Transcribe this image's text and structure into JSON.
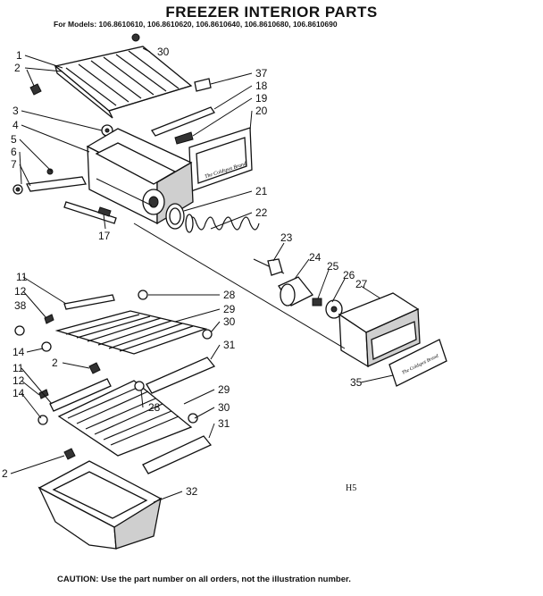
{
  "header": {
    "title": "FREEZER INTERIOR PARTS",
    "models": "For Models: 106.8610610, 106.8610620, 106.8610640, 106.8610680, 106.8610690"
  },
  "footer": {
    "caution": "CAUTION: Use the part number on all orders, not the illustration number.",
    "code": "H5"
  },
  "labels": {
    "panel_trim": "The Coldspot Brand"
  },
  "callouts": {
    "c1": "1",
    "c2a": "2",
    "c30a": "30",
    "c37": "37",
    "c18": "18",
    "c19": "19",
    "c20": "20",
    "c3": "3",
    "c4": "4",
    "c5": "5",
    "c6": "6",
    "c7": "7",
    "c21": "21",
    "c22": "22",
    "c17": "17",
    "c23": "23",
    "c24": "24",
    "c25": "25",
    "c26": "26",
    "c27": "27",
    "c11a": "11",
    "c12a": "12",
    "c38": "38",
    "c28a": "28",
    "c29a": "29",
    "c30b": "30",
    "c14a": "14",
    "c31a": "31",
    "c2b": "2",
    "c11b": "11",
    "c12b": "12",
    "c14b": "14",
    "c28b": "28",
    "c29b": "29",
    "c30c": "30",
    "c31b": "31",
    "c35": "35",
    "c2c": "2",
    "c32": "32"
  }
}
